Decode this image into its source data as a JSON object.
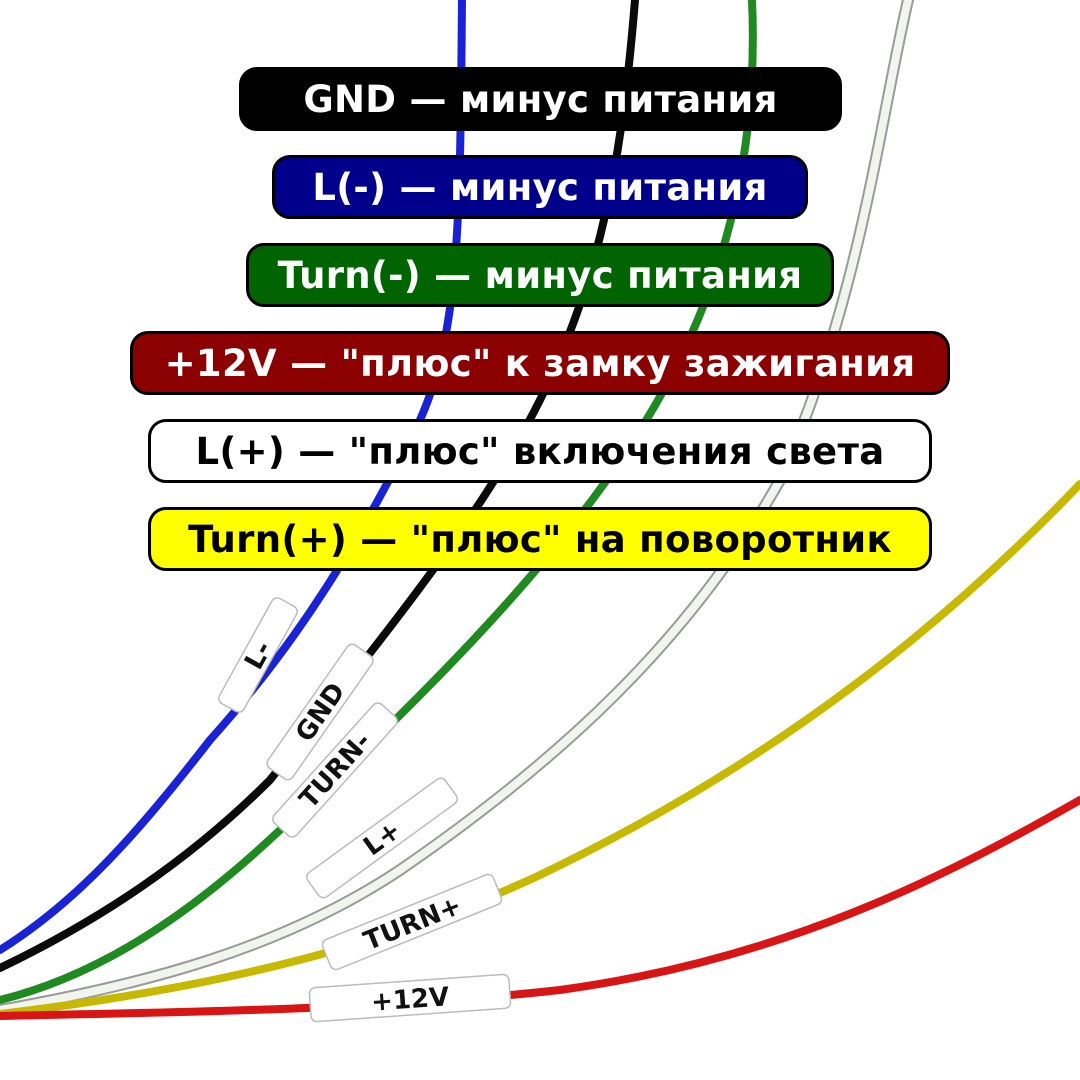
{
  "legend": [
    {
      "id": "gnd",
      "text": "GND — минус питания",
      "bg": "#000000",
      "fg": "#ffffff"
    },
    {
      "id": "lminus",
      "text": "L(-) — минус питания",
      "bg": "#00008b",
      "fg": "#ffffff"
    },
    {
      "id": "tminus",
      "text": "Turn(-) — минус питания",
      "bg": "#006400",
      "fg": "#ffffff"
    },
    {
      "id": "v12",
      "text": "+12V — \"плюс\" к замку зажигания",
      "bg": "#8b0000",
      "fg": "#ffffff"
    },
    {
      "id": "lplus",
      "text": "L(+) — \"плюс\" включения света",
      "bg": "#ffffff",
      "fg": "#000000"
    },
    {
      "id": "tplus",
      "text": "Turn(+) — \"плюс\" на поворотник",
      "bg": "#ffff00",
      "fg": "#000000"
    }
  ],
  "wire_colors": {
    "blue": "#1a22d6",
    "black": "#0a0a0a",
    "green": "#1f8a1f",
    "white": "#f2f4ee",
    "yellow": "#c7b800",
    "red": "#d81414"
  },
  "labels": {
    "blue_tube": "L-",
    "gnd_tube": "GND",
    "turn_minus_tube": "TURN-",
    "l_plus_tube": "L+",
    "turn_plus_tube": "TURN+",
    "v12_tube": "+12V"
  }
}
